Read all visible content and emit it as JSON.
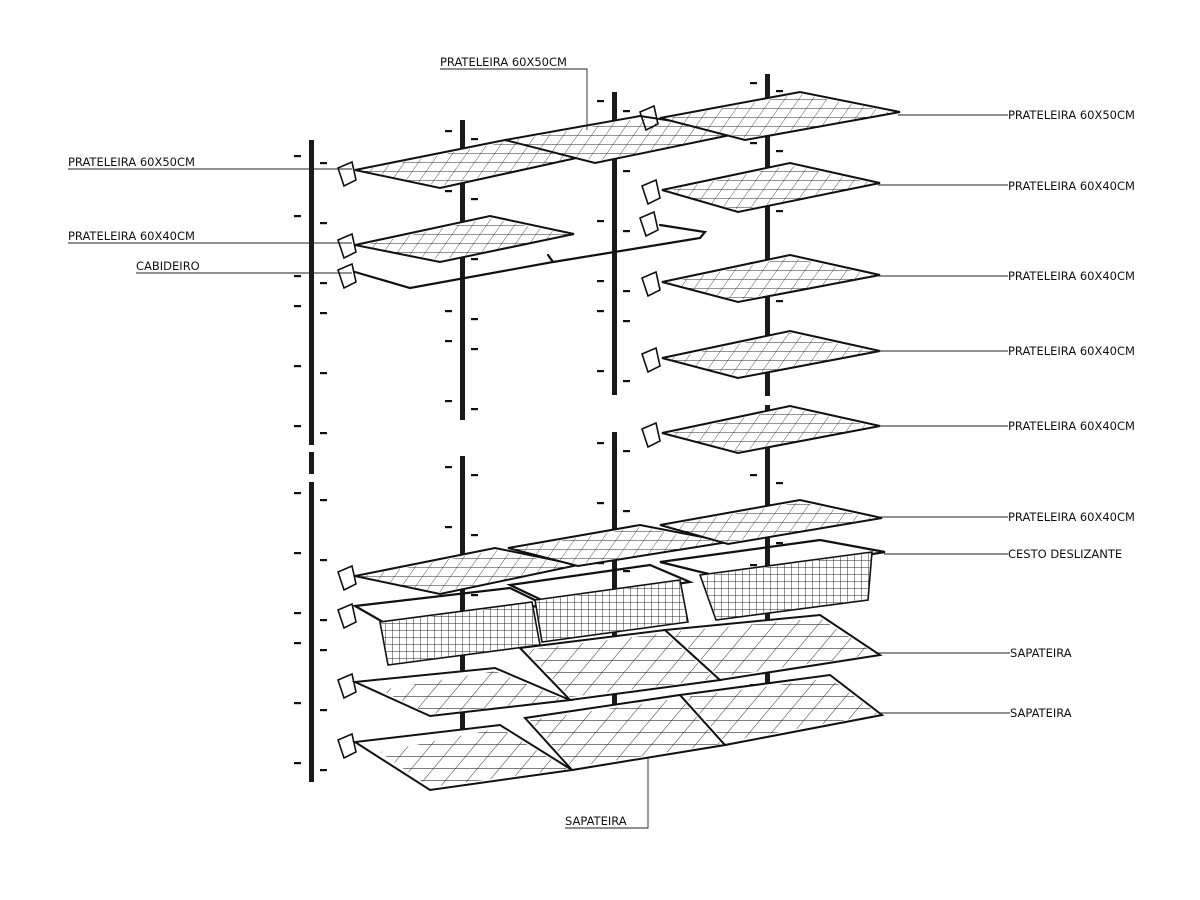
{
  "labels": {
    "top_shelf_center": "PRATELEIRA 60X50CM",
    "left_shelf_50": "PRATELEIRA 60X50CM",
    "left_shelf_40": "PRATELEIRA 60X40CM",
    "left_hanger": "CABIDEIRO",
    "right_shelf_50": "PRATELEIRA 60X50CM",
    "right_shelf_40_a": "PRATELEIRA 60X40CM",
    "right_shelf_40_b": "PRATELEIRA 60X40CM",
    "right_shelf_40_c": "PRATELEIRA 60X40CM",
    "right_shelf_40_d": "PRATELEIRA 60X40CM",
    "right_shelf_40_e": "PRATELEIRA 60X40CM",
    "right_basket": "CESTO DESLIZANTE",
    "right_shoe_a": "SAPATEIRA",
    "right_shoe_b": "SAPATEIRA",
    "bottom_shoe": "SAPATEIRA"
  }
}
